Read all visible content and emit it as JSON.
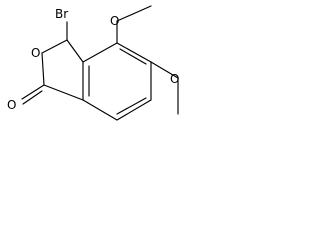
{
  "structure": {
    "atom_labels": {
      "bromine": "Br",
      "ring_oxygen": "O",
      "carbonyl_oxygen": "O",
      "methoxy_4_oxygen": "O",
      "methoxy_5_oxygen": "O"
    }
  }
}
